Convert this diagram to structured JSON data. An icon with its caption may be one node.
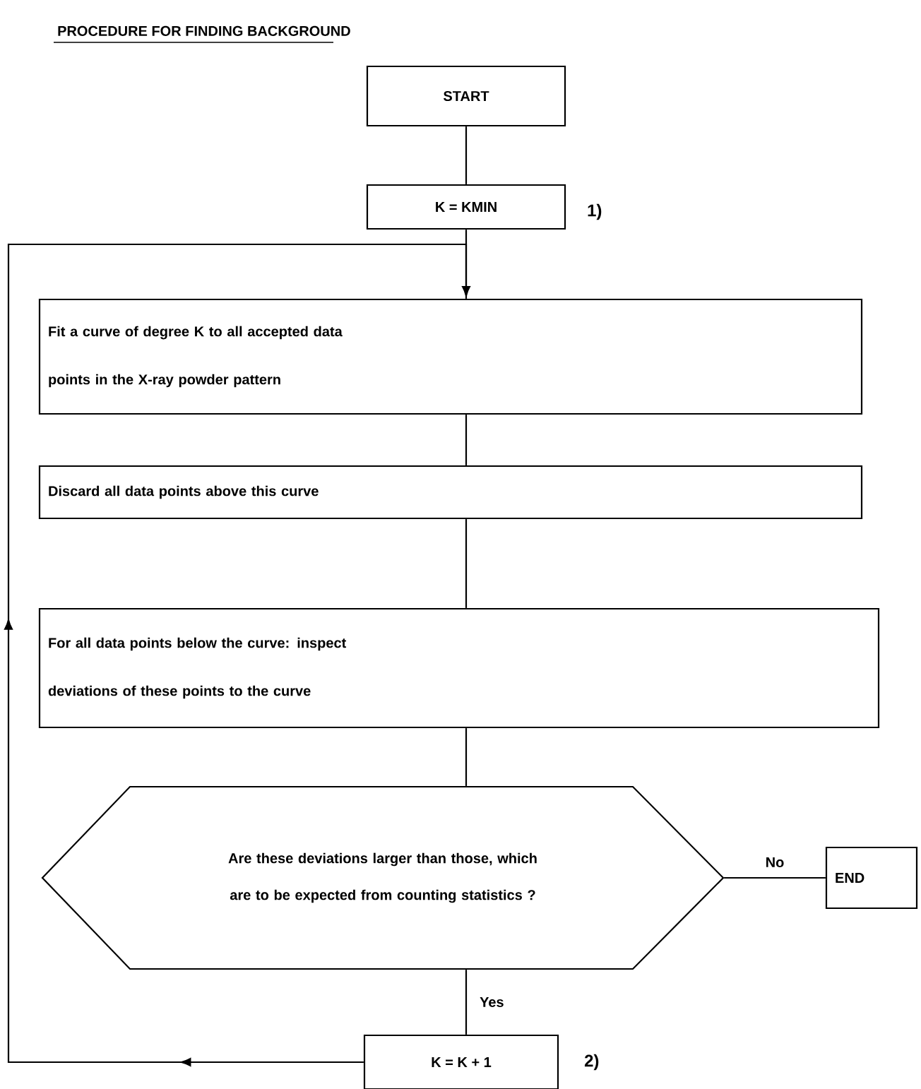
{
  "diagram": {
    "title": "PROCEDURE FOR FINDING BACKGROUND",
    "nodes": [
      {
        "text": [
          "START"
        ]
      },
      {
        "text": [
          "K = KMIN"
        ],
        "beside": [
          "1)"
        ]
      },
      {
        "text": [
          "Fit a curve of degree K to all accepted data points in the X-ray powder pattern"
        ]
      },
      {
        "text": [
          "Discard all data points above this curve"
        ]
      },
      {
        "text": [
          "For all data points below the curve: inspect deviations of these points to the curve"
        ]
      },
      {
        "text": [
          "Are these deviations larger than those, which are to be expected from counting statistics ?"
        ]
      },
      {
        "text": [
          "END"
        ]
      },
      {
        "text": [
          "K = K + 1"
        ],
        "beside": [
          "2)"
        ]
      }
    ],
    "edges": [
      {
        "from": 0,
        "to": 1,
        "arrow": "none"
      },
      {
        "from": 1,
        "to": 2,
        "arrow": "none"
      },
      {
        "from": 2,
        "to": 3,
        "arrow": "none"
      },
      {
        "from": 3,
        "to": 4,
        "arrow": "none"
      },
      {
        "from": 4,
        "to": 5,
        "arrow": "none"
      },
      {
        "from": 5,
        "to": 6,
        "label": "No",
        "arrow": "none"
      },
      {
        "from": 5,
        "to": 7,
        "label": "Yes",
        "arrow": "none"
      },
      {
        "from": 7,
        "to": 2,
        "arrow": "to"
      }
    ]
  }
}
